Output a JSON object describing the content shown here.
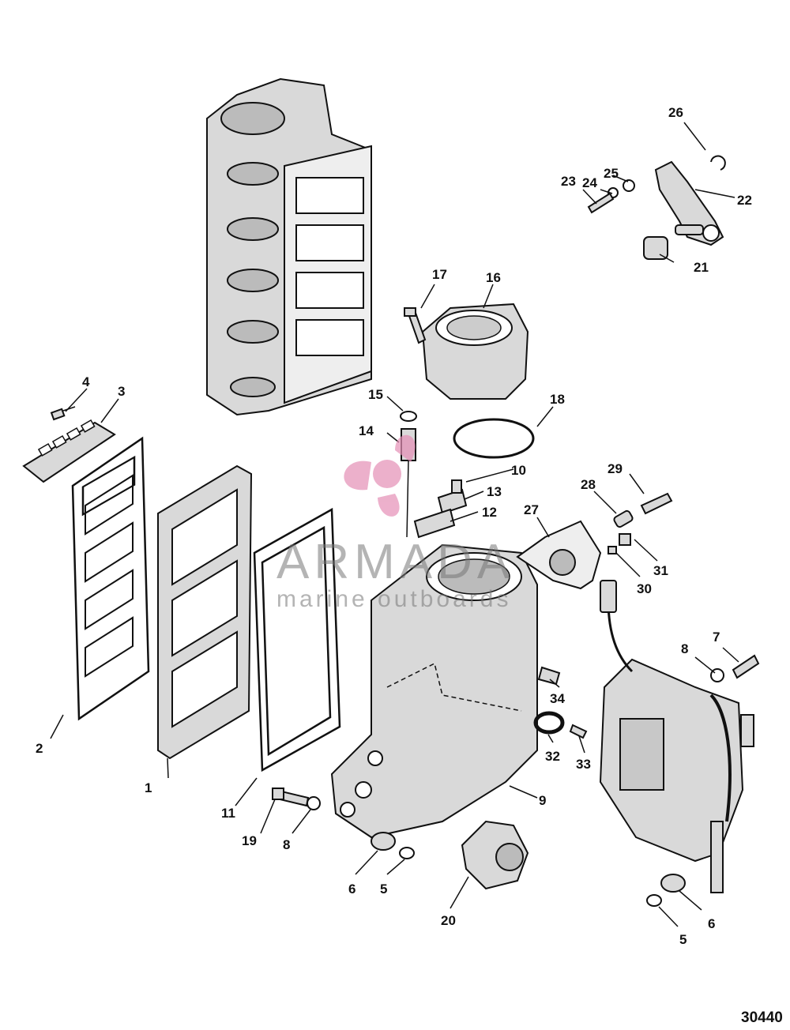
{
  "figure_number": "30440",
  "watermark": {
    "brand": "ARMADA",
    "tagline": "marine outboards"
  },
  "callouts": [
    {
      "id": "c1",
      "label": "1"
    },
    {
      "id": "c2",
      "label": "2"
    },
    {
      "id": "c3",
      "label": "3"
    },
    {
      "id": "c4",
      "label": "4"
    },
    {
      "id": "c5a",
      "label": "5"
    },
    {
      "id": "c5b",
      "label": "5"
    },
    {
      "id": "c6a",
      "label": "6"
    },
    {
      "id": "c6b",
      "label": "6"
    },
    {
      "id": "c7",
      "label": "7"
    },
    {
      "id": "c8a",
      "label": "8"
    },
    {
      "id": "c8b",
      "label": "8"
    },
    {
      "id": "c9",
      "label": "9"
    },
    {
      "id": "c10",
      "label": "10"
    },
    {
      "id": "c11",
      "label": "11"
    },
    {
      "id": "c12",
      "label": "12"
    },
    {
      "id": "c13",
      "label": "13"
    },
    {
      "id": "c14",
      "label": "14"
    },
    {
      "id": "c15",
      "label": "15"
    },
    {
      "id": "c16",
      "label": "16"
    },
    {
      "id": "c17",
      "label": "17"
    },
    {
      "id": "c18",
      "label": "18"
    },
    {
      "id": "c19",
      "label": "19"
    },
    {
      "id": "c20",
      "label": "20"
    },
    {
      "id": "c21",
      "label": "21"
    },
    {
      "id": "c22",
      "label": "22"
    },
    {
      "id": "c23",
      "label": "23"
    },
    {
      "id": "c24",
      "label": "24"
    },
    {
      "id": "c25",
      "label": "25"
    },
    {
      "id": "c26",
      "label": "26"
    },
    {
      "id": "c27",
      "label": "27"
    },
    {
      "id": "c28",
      "label": "28"
    },
    {
      "id": "c29",
      "label": "29"
    },
    {
      "id": "c30",
      "label": "30"
    },
    {
      "id": "c31",
      "label": "31"
    },
    {
      "id": "c32",
      "label": "32"
    },
    {
      "id": "c33",
      "label": "33"
    },
    {
      "id": "c34",
      "label": "34"
    }
  ]
}
